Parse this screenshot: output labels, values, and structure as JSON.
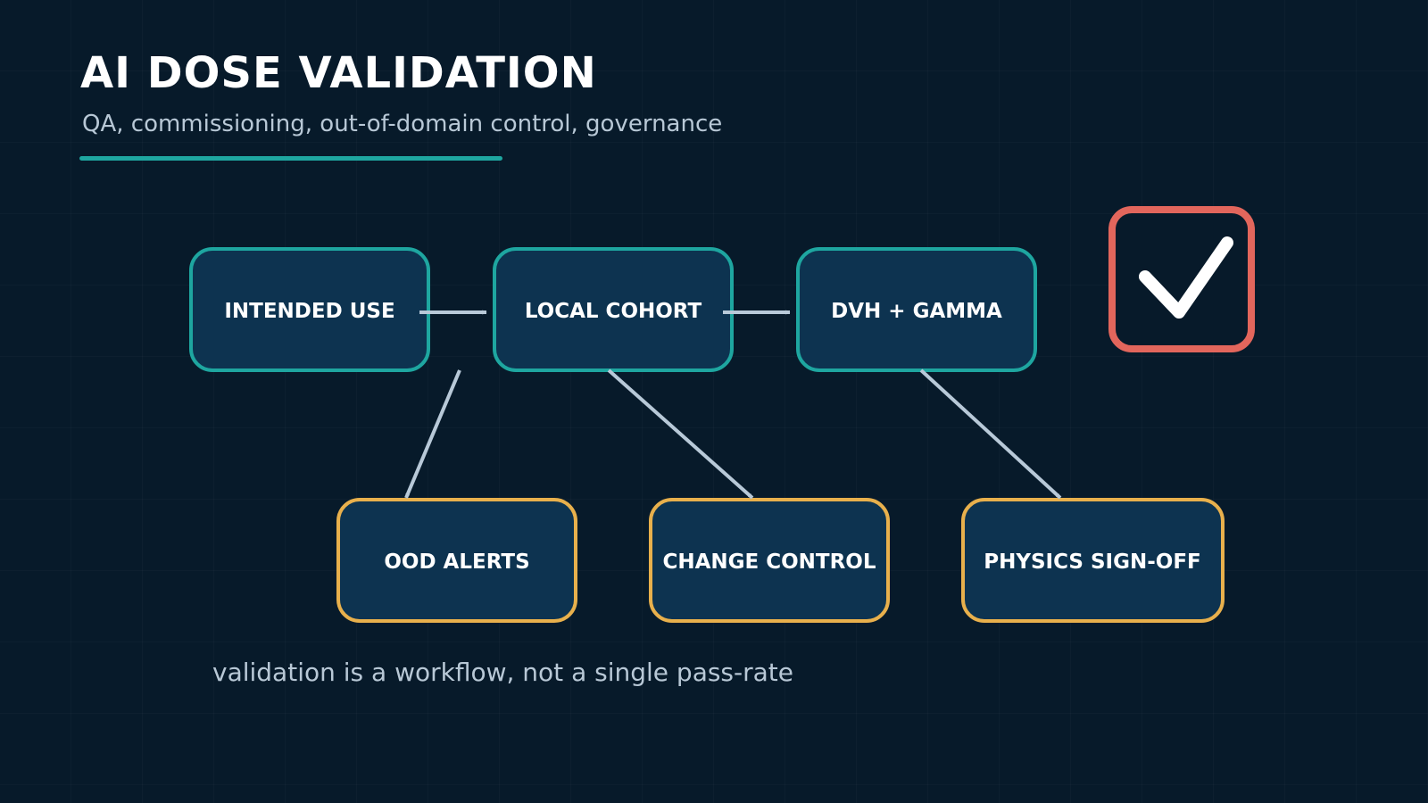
{
  "header": {
    "title": "AI DOSE VALIDATION",
    "subtitle": "QA, commissioning, out-of-domain control, governance"
  },
  "nodes": {
    "intended_use": "INTENDED USE",
    "local_cohort": "LOCAL COHORT",
    "dvh_gamma": "DVH + GAMMA",
    "ood_alerts": "OOD ALERTS",
    "change_control": "CHANGE CONTROL",
    "physics_signoff": "PHYSICS SIGN-OFF"
  },
  "badge_icon": "checkmark-icon",
  "caption": "validation is a workflow, not a single pass-rate",
  "colors": {
    "background": "#071a2a",
    "node_fill": "#0d3350",
    "primary_border": "#1ea6a0",
    "secondary_border": "#e8b04c",
    "badge_border": "#e2665c",
    "arrow": "#b8c9d8",
    "text": "#ffffff",
    "muted_text": "#b8c8d6"
  }
}
